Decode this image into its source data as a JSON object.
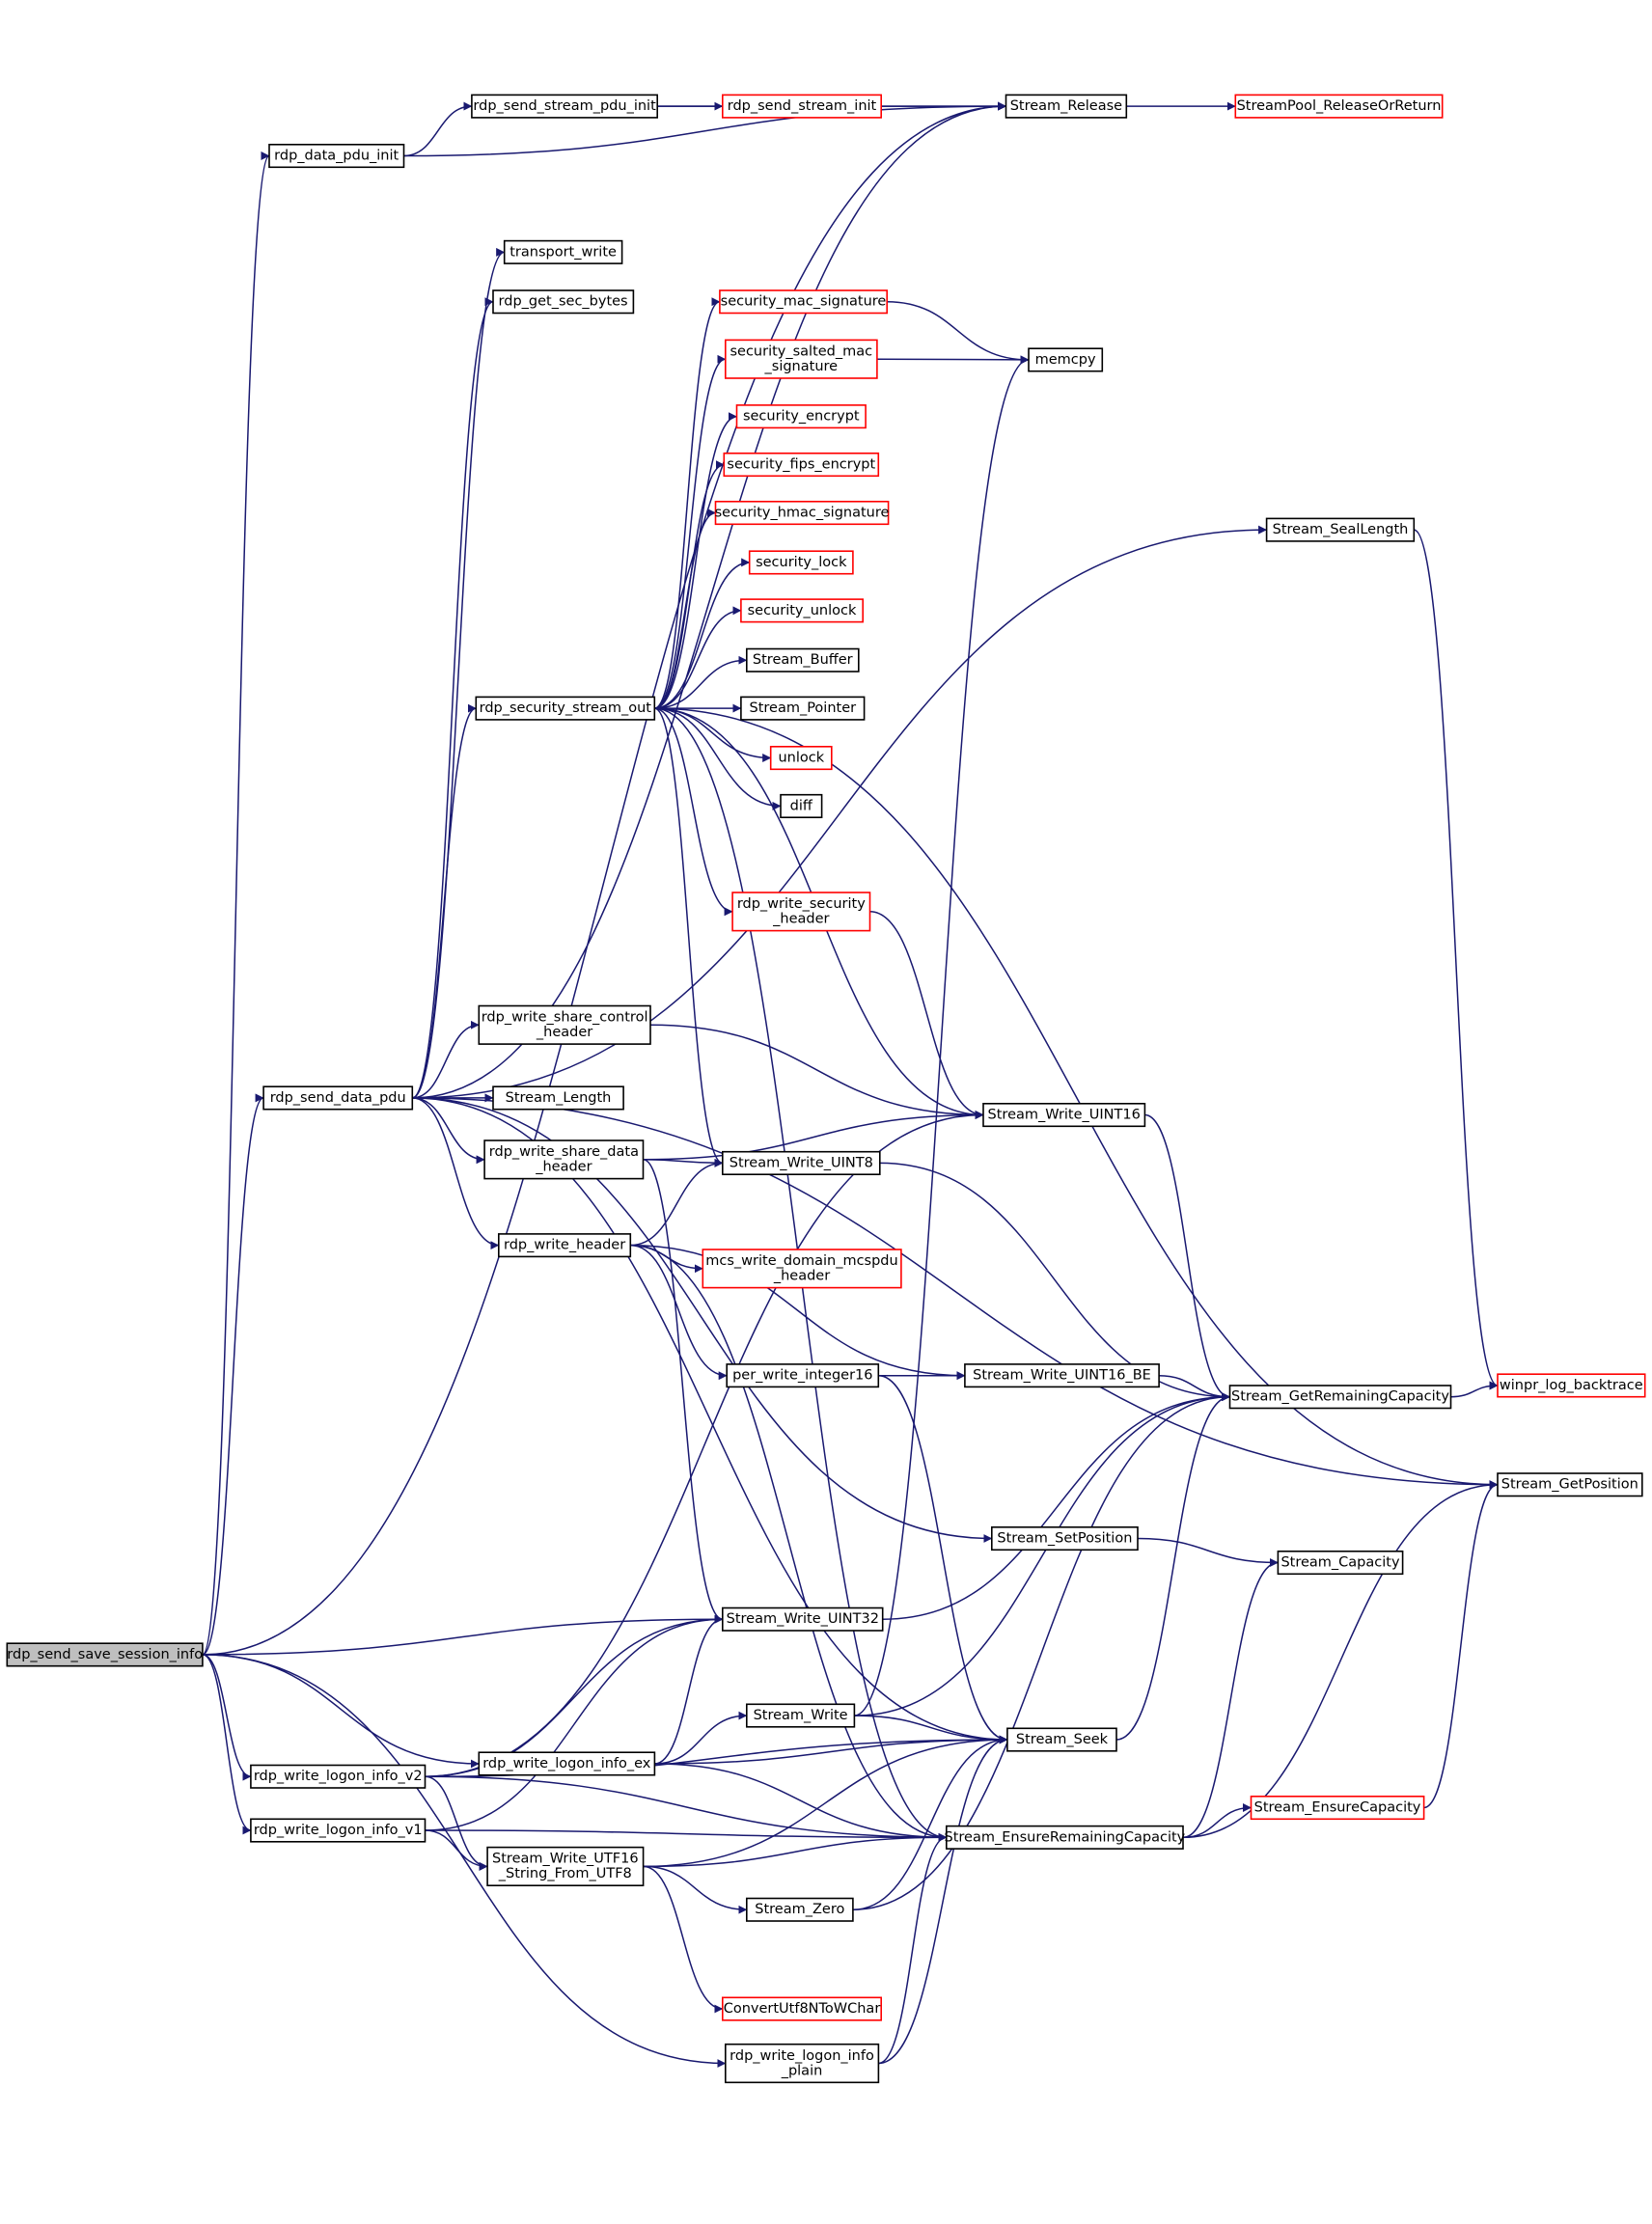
{
  "colors": {
    "edge": "#191970",
    "node_border": "#000000",
    "node_border_incomplete": "#ff0000",
    "root_fill": "#bfbfbf",
    "node_fill": "#ffffff",
    "background": "#ffffff"
  },
  "nodes": {
    "root": {
      "lines": [
        "rdp_send_save_session_info"
      ],
      "kind": "root"
    },
    "data_pdu_init": {
      "lines": [
        "rdp_data_pdu_init"
      ],
      "kind": "normal"
    },
    "send_stream_pdu_init": {
      "lines": [
        "rdp_send_stream_pdu_init"
      ],
      "kind": "normal"
    },
    "send_stream_init": {
      "lines": [
        "rdp_send_stream_init"
      ],
      "kind": "incomplete"
    },
    "stream_release": {
      "lines": [
        "Stream_Release"
      ],
      "kind": "normal"
    },
    "pool_release": {
      "lines": [
        "StreamPool_ReleaseOrReturn"
      ],
      "kind": "incomplete"
    },
    "transport_write": {
      "lines": [
        "transport_write"
      ],
      "kind": "normal"
    },
    "get_sec_bytes": {
      "lines": [
        "rdp_get_sec_bytes"
      ],
      "kind": "normal"
    },
    "sec_mac_sig": {
      "lines": [
        "security_mac_signature"
      ],
      "kind": "incomplete"
    },
    "sec_salted": {
      "lines": [
        "security_salted_mac",
        "_signature"
      ],
      "kind": "incomplete"
    },
    "memcpy": {
      "lines": [
        "memcpy"
      ],
      "kind": "normal"
    },
    "sec_encrypt": {
      "lines": [
        "security_encrypt"
      ],
      "kind": "incomplete"
    },
    "sec_fips": {
      "lines": [
        "security_fips_encrypt"
      ],
      "kind": "incomplete"
    },
    "sec_hmac": {
      "lines": [
        "security_hmac_signature"
      ],
      "kind": "incomplete"
    },
    "sec_lock": {
      "lines": [
        "security_lock"
      ],
      "kind": "incomplete"
    },
    "sec_unlock": {
      "lines": [
        "security_unlock"
      ],
      "kind": "incomplete"
    },
    "stream_buffer": {
      "lines": [
        "Stream_Buffer"
      ],
      "kind": "normal"
    },
    "stream_pointer": {
      "lines": [
        "Stream_Pointer"
      ],
      "kind": "normal"
    },
    "unlock": {
      "lines": [
        "unlock"
      ],
      "kind": "incomplete"
    },
    "diff": {
      "lines": [
        "diff"
      ],
      "kind": "normal"
    },
    "sec_stream_out": {
      "lines": [
        "rdp_security_stream_out"
      ],
      "kind": "normal"
    },
    "seal_length": {
      "lines": [
        "Stream_SealLength"
      ],
      "kind": "normal"
    },
    "write_sec_header": {
      "lines": [
        "rdp_write_security",
        "_header"
      ],
      "kind": "incomplete"
    },
    "share_ctrl_header": {
      "lines": [
        "rdp_write_share_control",
        "_header"
      ],
      "kind": "normal"
    },
    "send_data_pdu": {
      "lines": [
        "rdp_send_data_pdu"
      ],
      "kind": "normal"
    },
    "stream_length": {
      "lines": [
        "Stream_Length"
      ],
      "kind": "normal"
    },
    "w_uint16": {
      "lines": [
        "Stream_Write_UINT16"
      ],
      "kind": "normal"
    },
    "share_data_header": {
      "lines": [
        "rdp_write_share_data",
        "_header"
      ],
      "kind": "normal"
    },
    "w_uint8": {
      "lines": [
        "Stream_Write_UINT8"
      ],
      "kind": "normal"
    },
    "write_header": {
      "lines": [
        "rdp_write_header"
      ],
      "kind": "normal"
    },
    "mcs_write": {
      "lines": [
        "mcs_write_domain_mcspdu",
        "_header"
      ],
      "kind": "incomplete"
    },
    "per_write": {
      "lines": [
        "per_write_integer16"
      ],
      "kind": "normal"
    },
    "w_uint16_be": {
      "lines": [
        "Stream_Write_UINT16_BE"
      ],
      "kind": "normal"
    },
    "get_remaining": {
      "lines": [
        "Stream_GetRemainingCapacity"
      ],
      "kind": "normal"
    },
    "winpr_log": {
      "lines": [
        "winpr_log_backtrace"
      ],
      "kind": "incomplete"
    },
    "get_position": {
      "lines": [
        "Stream_GetPosition"
      ],
      "kind": "normal"
    },
    "set_position": {
      "lines": [
        "Stream_SetPosition"
      ],
      "kind": "normal"
    },
    "capacity": {
      "lines": [
        "Stream_Capacity"
      ],
      "kind": "normal"
    },
    "w_uint32": {
      "lines": [
        "Stream_Write_UINT32"
      ],
      "kind": "normal"
    },
    "stream_write": {
      "lines": [
        "Stream_Write"
      ],
      "kind": "normal"
    },
    "logon_v2": {
      "lines": [
        "rdp_write_logon_info_v2"
      ],
      "kind": "normal"
    },
    "logon_ex": {
      "lines": [
        "rdp_write_logon_info_ex"
      ],
      "kind": "normal"
    },
    "stream_seek": {
      "lines": [
        "Stream_Seek"
      ],
      "kind": "normal"
    },
    "ensure_capacity": {
      "lines": [
        "Stream_EnsureCapacity"
      ],
      "kind": "incomplete"
    },
    "logon_v1": {
      "lines": [
        "rdp_write_logon_info_v1"
      ],
      "kind": "normal"
    },
    "ensure_remaining": {
      "lines": [
        "Stream_EnsureRemainingCapacity"
      ],
      "kind": "normal"
    },
    "utf16": {
      "lines": [
        "Stream_Write_UTF16",
        "_String_From_UTF8"
      ],
      "kind": "normal"
    },
    "stream_zero": {
      "lines": [
        "Stream_Zero"
      ],
      "kind": "normal"
    },
    "convert": {
      "lines": [
        "ConvertUtf8NToWChar"
      ],
      "kind": "incomplete"
    },
    "logon_plain": {
      "lines": [
        "rdp_write_logon_info",
        "_plain"
      ],
      "kind": "normal"
    }
  },
  "edges": [
    [
      "root",
      "data_pdu_init"
    ],
    [
      "root",
      "stream_release"
    ],
    [
      "root",
      "send_data_pdu"
    ],
    [
      "root",
      "w_uint32"
    ],
    [
      "root",
      "logon_v2"
    ],
    [
      "root",
      "logon_ex"
    ],
    [
      "root",
      "logon_v1"
    ],
    [
      "root",
      "logon_plain"
    ],
    [
      "data_pdu_init",
      "send_stream_pdu_init"
    ],
    [
      "data_pdu_init",
      "stream_release"
    ],
    [
      "send_stream_pdu_init",
      "send_stream_init"
    ],
    [
      "send_stream_pdu_init",
      "stream_release"
    ],
    [
      "send_stream_init",
      "stream_release"
    ],
    [
      "stream_release",
      "pool_release"
    ],
    [
      "send_data_pdu",
      "stream_release"
    ],
    [
      "send_data_pdu",
      "transport_write"
    ],
    [
      "send_data_pdu",
      "get_sec_bytes"
    ],
    [
      "send_data_pdu",
      "seal_length"
    ],
    [
      "send_data_pdu",
      "sec_stream_out"
    ],
    [
      "send_data_pdu",
      "share_ctrl_header"
    ],
    [
      "send_data_pdu",
      "stream_length"
    ],
    [
      "send_data_pdu",
      "share_data_header"
    ],
    [
      "send_data_pdu",
      "write_header"
    ],
    [
      "send_data_pdu",
      "get_position"
    ],
    [
      "send_data_pdu",
      "set_position"
    ],
    [
      "send_data_pdu",
      "stream_seek"
    ],
    [
      "sec_stream_out",
      "sec_mac_sig"
    ],
    [
      "sec_stream_out",
      "sec_salted"
    ],
    [
      "sec_stream_out",
      "sec_encrypt"
    ],
    [
      "sec_stream_out",
      "sec_fips"
    ],
    [
      "sec_stream_out",
      "sec_hmac"
    ],
    [
      "sec_stream_out",
      "sec_lock"
    ],
    [
      "sec_stream_out",
      "sec_unlock"
    ],
    [
      "sec_stream_out",
      "stream_buffer"
    ],
    [
      "sec_stream_out",
      "stream_pointer"
    ],
    [
      "sec_stream_out",
      "unlock"
    ],
    [
      "sec_stream_out",
      "diff"
    ],
    [
      "sec_stream_out",
      "write_sec_header"
    ],
    [
      "sec_stream_out",
      "w_uint16"
    ],
    [
      "sec_stream_out",
      "w_uint8"
    ],
    [
      "sec_stream_out",
      "get_position"
    ],
    [
      "sec_stream_out",
      "ensure_remaining"
    ],
    [
      "sec_mac_sig",
      "memcpy"
    ],
    [
      "sec_salted",
      "memcpy"
    ],
    [
      "write_sec_header",
      "w_uint16"
    ],
    [
      "share_ctrl_header",
      "w_uint16"
    ],
    [
      "share_data_header",
      "w_uint16"
    ],
    [
      "share_data_header",
      "w_uint8"
    ],
    [
      "share_data_header",
      "w_uint32"
    ],
    [
      "write_header",
      "w_uint8"
    ],
    [
      "write_header",
      "mcs_write"
    ],
    [
      "write_header",
      "per_write"
    ],
    [
      "write_header",
      "w_uint16_be"
    ],
    [
      "write_header",
      "ensure_remaining"
    ],
    [
      "per_write",
      "w_uint16_be"
    ],
    [
      "per_write",
      "stream_seek"
    ],
    [
      "w_uint16",
      "get_remaining"
    ],
    [
      "w_uint8",
      "get_remaining"
    ],
    [
      "w_uint16_be",
      "get_remaining"
    ],
    [
      "w_uint32",
      "get_remaining"
    ],
    [
      "get_remaining",
      "winpr_log"
    ],
    [
      "seal_length",
      "winpr_log"
    ],
    [
      "set_position",
      "capacity"
    ],
    [
      "logon_v2",
      "w_uint16"
    ],
    [
      "logon_v2",
      "w_uint32"
    ],
    [
      "logon_v2",
      "utf16"
    ],
    [
      "logon_v2",
      "stream_seek"
    ],
    [
      "logon_v2",
      "ensure_remaining"
    ],
    [
      "logon_v1",
      "w_uint32"
    ],
    [
      "logon_v1",
      "utf16"
    ],
    [
      "logon_v1",
      "ensure_remaining"
    ],
    [
      "logon_ex",
      "w_uint32"
    ],
    [
      "logon_ex",
      "stream_write"
    ],
    [
      "logon_ex",
      "stream_seek"
    ],
    [
      "logon_ex",
      "ensure_remaining"
    ],
    [
      "stream_write",
      "memcpy"
    ],
    [
      "stream_write",
      "stream_seek"
    ],
    [
      "stream_write",
      "get_remaining"
    ],
    [
      "stream_seek",
      "get_remaining"
    ],
    [
      "ensure_remaining",
      "ensure_capacity"
    ],
    [
      "ensure_remaining",
      "get_position"
    ],
    [
      "ensure_remaining",
      "capacity"
    ],
    [
      "ensure_capacity",
      "get_position"
    ],
    [
      "utf16",
      "stream_seek"
    ],
    [
      "utf16",
      "stream_zero"
    ],
    [
      "utf16",
      "convert"
    ],
    [
      "utf16",
      "ensure_remaining"
    ],
    [
      "stream_zero",
      "get_remaining"
    ],
    [
      "stream_zero",
      "stream_seek"
    ],
    [
      "logon_plain",
      "ensure_remaining"
    ],
    [
      "logon_plain",
      "stream_seek"
    ]
  ]
}
